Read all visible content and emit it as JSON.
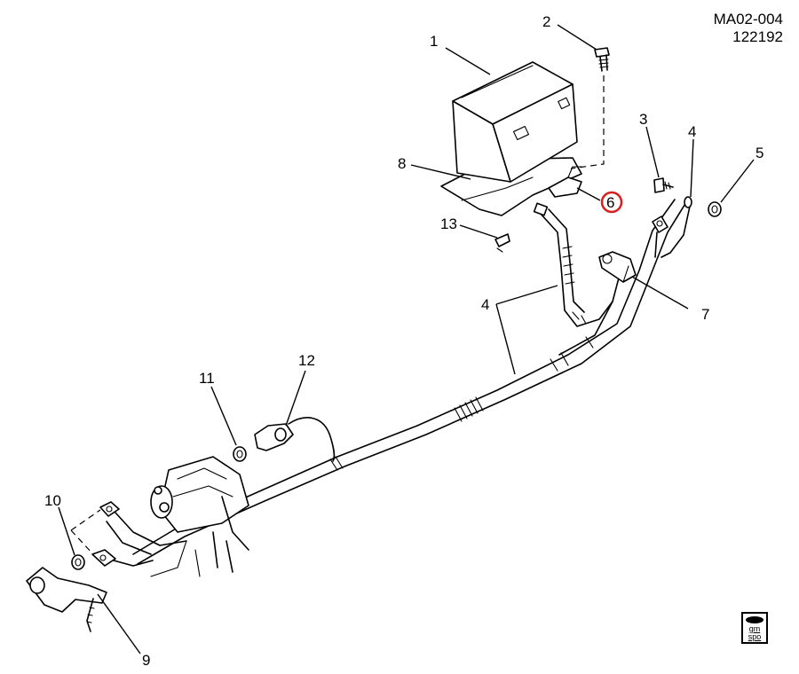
{
  "header": {
    "code": "MA02-004",
    "date": "122192"
  },
  "callouts": [
    {
      "id": "c1",
      "label": "1"
    },
    {
      "id": "c2",
      "label": "2"
    },
    {
      "id": "c3",
      "label": "3"
    },
    {
      "id": "c4a",
      "label": "4"
    },
    {
      "id": "c5",
      "label": "5"
    },
    {
      "id": "c6",
      "label": "6"
    },
    {
      "id": "c7",
      "label": "7"
    },
    {
      "id": "c8",
      "label": "8"
    },
    {
      "id": "c4b",
      "label": "4"
    },
    {
      "id": "c9",
      "label": "9"
    },
    {
      "id": "c10",
      "label": "10"
    },
    {
      "id": "c11",
      "label": "11"
    },
    {
      "id": "c12",
      "label": "12"
    },
    {
      "id": "c13",
      "label": "13"
    }
  ],
  "highlight": {
    "callout": "6",
    "color": "#d62020"
  },
  "logo": {
    "line1": "gm",
    "line2": "spo"
  }
}
